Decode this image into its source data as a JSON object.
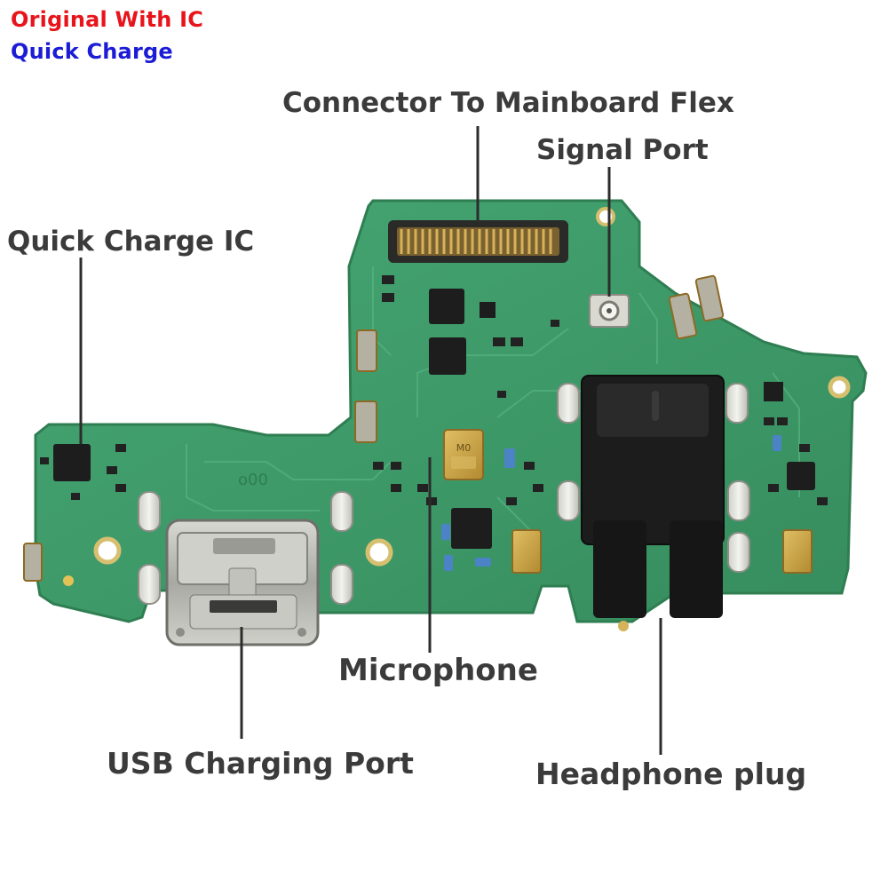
{
  "header": {
    "line1": "Original With IC",
    "line2": "Quick Charge"
  },
  "callouts": {
    "connector": "Connector To Mainboard Flex",
    "signal_port": "Signal Port",
    "quick_charge_ic": "Quick Charge IC",
    "microphone": "Microphone",
    "usb_port": "USB Charging Port",
    "headphone": "Headphone plug"
  },
  "board": {
    "silkscreen": "o00",
    "mic_marking": "M0"
  },
  "colors": {
    "header_line1": "#e8141b",
    "header_line2": "#1c1cd6",
    "callout_text": "#3b3b3b",
    "pcb_green": "#3f9a68",
    "pcb_dark": "#2e7d52",
    "gold": "#c8a34a",
    "metal": "#b9b9b4",
    "jack_black": "#1c1c1c"
  }
}
